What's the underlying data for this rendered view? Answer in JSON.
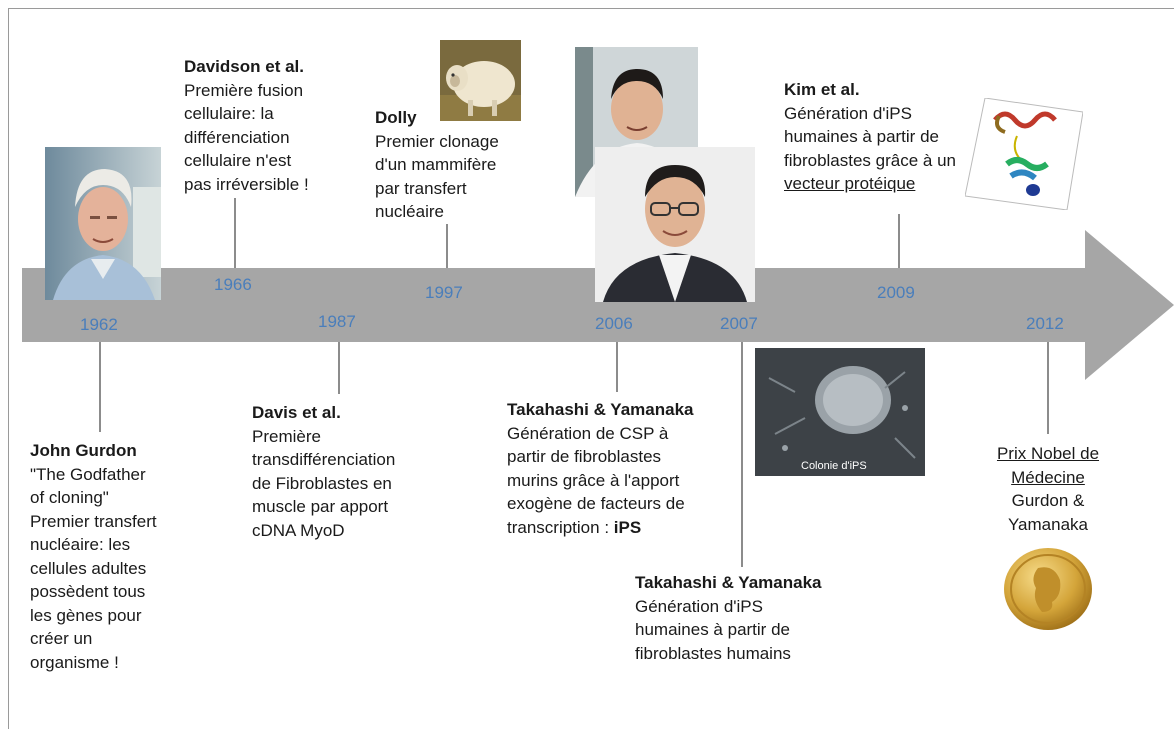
{
  "colors": {
    "arrow": "#a6a6a6",
    "year": "#4a7ebb",
    "connector": "#8c8c8c",
    "text": "#1a1a1a"
  },
  "years": {
    "y1962": "1962",
    "y1966": "1966",
    "y1987": "1987",
    "y1997": "1997",
    "y2006": "2006",
    "y2007": "2007",
    "y2009": "2009",
    "y2012": "2012"
  },
  "events": {
    "gurdon": {
      "title": "John Gurdon",
      "lines": [
        "\"The Godfather",
        "of cloning\"",
        "Premier transfert",
        "nucléaire: les",
        "cellules adultes",
        "possèdent tous",
        "les gènes pour",
        "créer un",
        "organisme !"
      ]
    },
    "davidson": {
      "title": "Davidson et al.",
      "lines": [
        "Première fusion",
        "cellulaire: la",
        "différenciation",
        "cellulaire n'est",
        "pas irréversible !"
      ]
    },
    "davis": {
      "title": "Davis et al.",
      "lines": [
        "Première",
        "transdifférenciation",
        "de Fibroblastes en",
        "muscle par apport",
        "cDNA MyoD"
      ]
    },
    "dolly": {
      "title": "Dolly",
      "lines": [
        "Premier clonage",
        "d'un mammifère",
        "par transfert",
        "nucléaire"
      ]
    },
    "takahashi2006": {
      "title": "Takahashi & Yamanaka",
      "lines": [
        "Génération de CSP à",
        "partir de fibroblastes",
        "murins grâce à l'apport",
        "exogène de facteurs de"
      ],
      "last_line": "transcription : ",
      "last_bold": "iPS"
    },
    "takahashi2007": {
      "title": "Takahashi & Yamanaka",
      "lines": [
        "Génération d'iPS",
        "humaines à partir de",
        "fibroblastes humains"
      ]
    },
    "kim": {
      "title": "Kim et al.",
      "lines": [
        "Génération d'iPS",
        "humaines à partir de",
        "fibroblastes grâce à un"
      ],
      "underlined": "vecteur protéique"
    },
    "nobel": {
      "line1": "Prix Nobel de",
      "line2": "Médecine",
      "line3": "Gurdon &",
      "line4": "Yamanaka"
    }
  },
  "images": {
    "colony_caption": "Colonie d'iPS"
  }
}
